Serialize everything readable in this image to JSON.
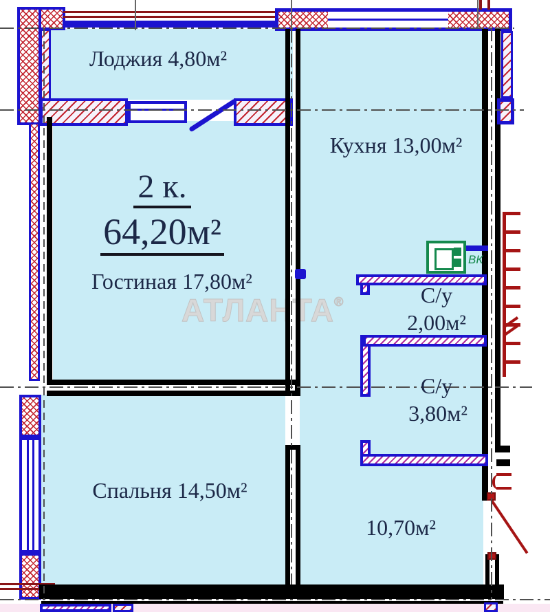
{
  "plan": {
    "title": {
      "rooms": "2 к.",
      "area": "64,20м²"
    },
    "rooms": {
      "loggia": {
        "label": "Лоджия 4,80м²"
      },
      "kitchen": {
        "label": "Кухня 13,00м²"
      },
      "living": {
        "label": "Гостиная 17,80м²"
      },
      "bath_small": {
        "name": "С/у",
        "area": "2,00м²"
      },
      "bath_large": {
        "name": "С/у",
        "area": "3,80м²"
      },
      "bedroom": {
        "label": "Спальня 14,50м²"
      },
      "hallway": {
        "area": "10,70м²"
      }
    },
    "annotations": {
      "vent": "ВК"
    },
    "watermark": {
      "text": "АТЛАНТА",
      "reg": "®"
    }
  },
  "colors": {
    "room_fill": "#c9ecf6",
    "wall_blue": "#1c13cf",
    "wall_black": "#000000",
    "hatch_red": "#c32530",
    "hatch_magenta": "#b12a9b",
    "maroon": "#8a1518",
    "ladder_red": "#a51414",
    "green": "#15894d",
    "axis_gray": "#4f4f4f",
    "text_dark": "#1c2847",
    "watermark_gray": "#d8d8d8",
    "pink": "#fae7f3",
    "sill_fill": "#f6f2fb"
  }
}
